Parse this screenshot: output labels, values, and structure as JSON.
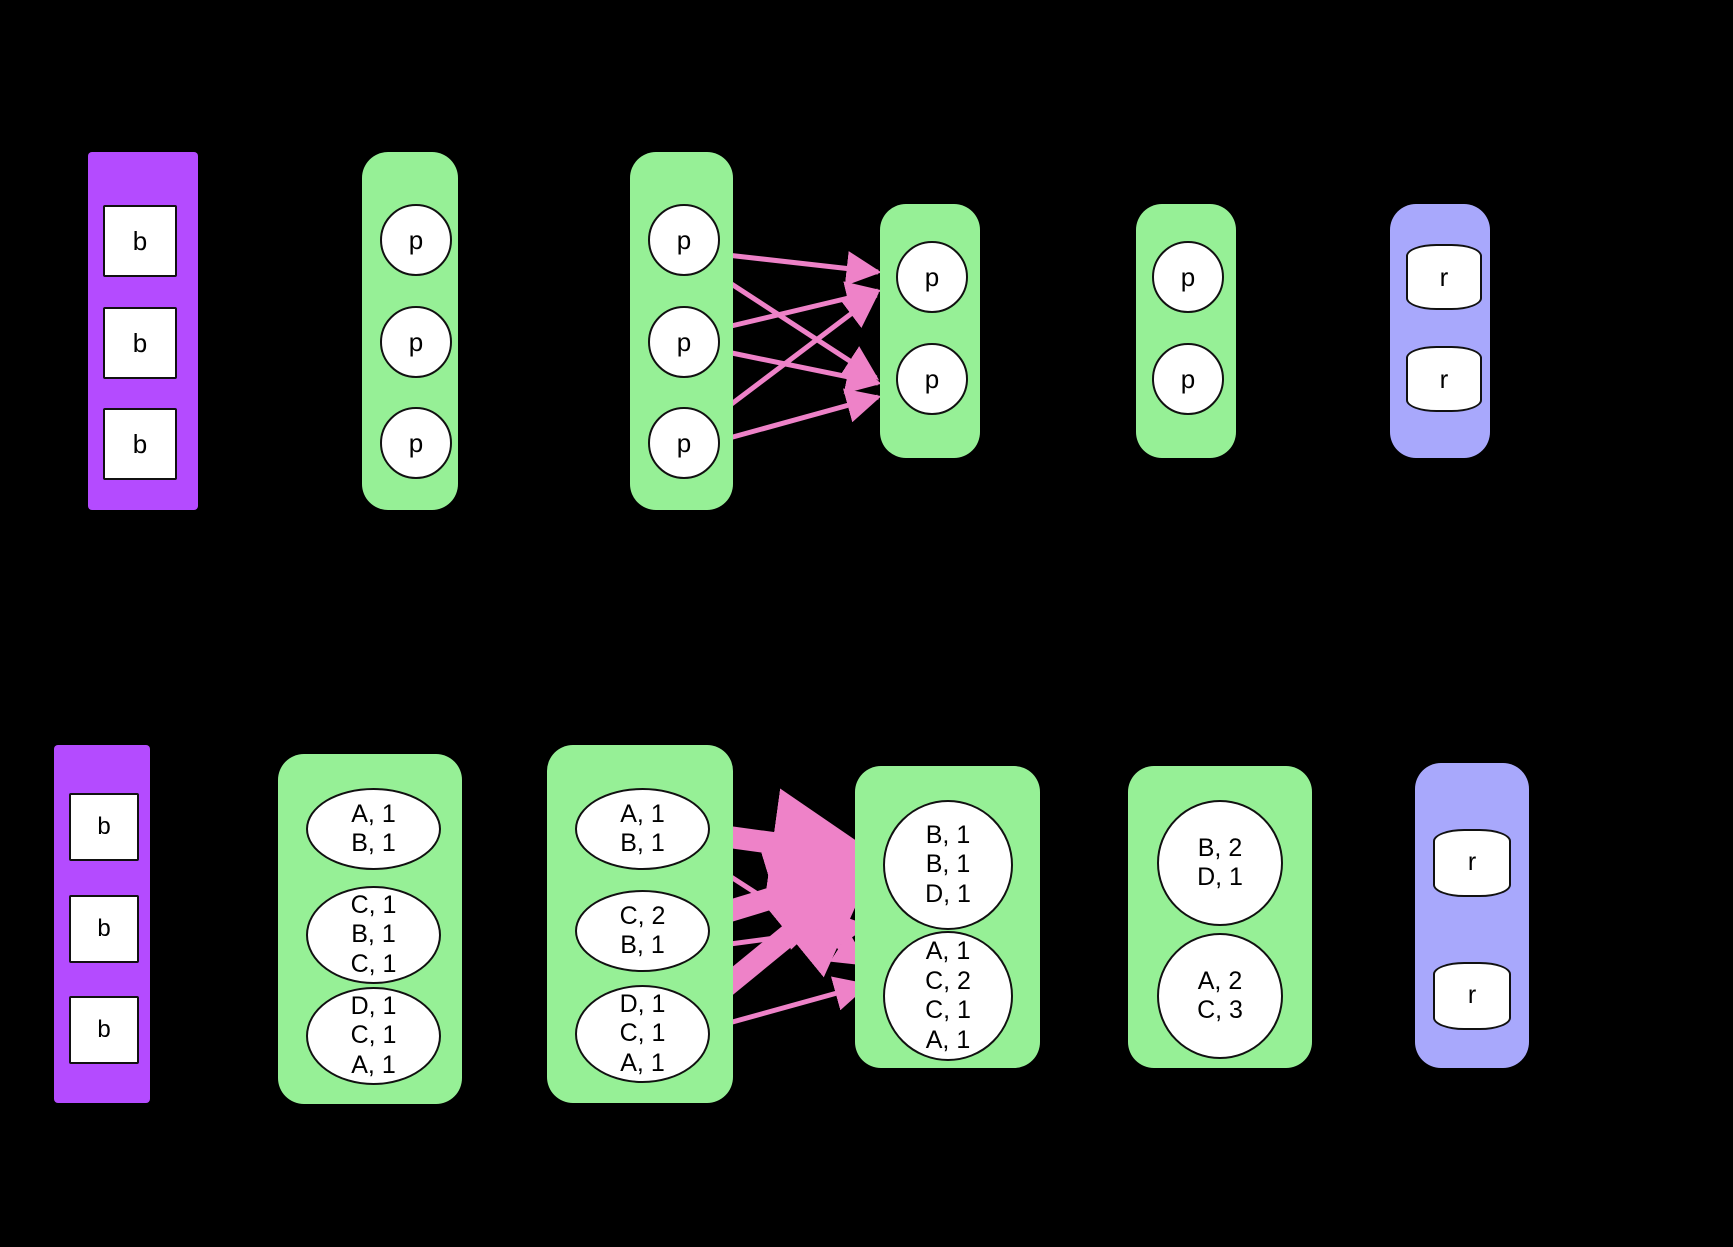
{
  "diagram": {
    "title": "dataflow-pipeline",
    "colors": {
      "background": "#000000",
      "group_purple": "#b44bff",
      "group_green": "#96f096",
      "group_blue": "#a8a8fc",
      "node_fill": "#ffffff",
      "node_stroke": "#111111",
      "shuffle_edge": "#ee82c8",
      "plain_edge": "#000000"
    },
    "rows": [
      {
        "name": "top-row-schematic",
        "groups": [
          {
            "id": "g1",
            "style": "purple",
            "shape": "rect",
            "nodes": [
              {
                "lines": [
                  "b"
                ]
              },
              {
                "lines": [
                  "b"
                ]
              },
              {
                "lines": [
                  "b"
                ]
              }
            ]
          },
          {
            "id": "g2",
            "style": "green",
            "shape": "circle",
            "nodes": [
              {
                "lines": [
                  "p"
                ]
              },
              {
                "lines": [
                  "p"
                ]
              },
              {
                "lines": [
                  "p"
                ]
              }
            ]
          },
          {
            "id": "g3",
            "style": "green",
            "shape": "circle",
            "nodes": [
              {
                "lines": [
                  "p"
                ]
              },
              {
                "lines": [
                  "p"
                ]
              },
              {
                "lines": [
                  "p"
                ]
              }
            ]
          },
          {
            "id": "g4",
            "style": "green",
            "shape": "circle",
            "nodes": [
              {
                "lines": [
                  "p"
                ]
              },
              {
                "lines": [
                  "p"
                ]
              }
            ]
          },
          {
            "id": "g5",
            "style": "green",
            "shape": "circle",
            "nodes": [
              {
                "lines": [
                  "p"
                ]
              },
              {
                "lines": [
                  "p"
                ]
              }
            ]
          },
          {
            "id": "g6",
            "style": "blue",
            "shape": "barrel",
            "nodes": [
              {
                "lines": [
                  "r"
                ]
              },
              {
                "lines": [
                  "r"
                ]
              }
            ]
          }
        ]
      },
      {
        "name": "bottom-row-example",
        "groups": [
          {
            "id": "h1",
            "style": "purple",
            "shape": "rect",
            "nodes": [
              {
                "lines": [
                  "b"
                ]
              },
              {
                "lines": [
                  "b"
                ]
              },
              {
                "lines": [
                  "b"
                ]
              }
            ]
          },
          {
            "id": "h2",
            "style": "green",
            "shape": "ellipse",
            "nodes": [
              {
                "lines": [
                  "A, 1",
                  "B, 1"
                ]
              },
              {
                "lines": [
                  "C, 1",
                  "B, 1",
                  "C, 1"
                ]
              },
              {
                "lines": [
                  "D, 1",
                  "C, 1",
                  "A, 1"
                ]
              }
            ]
          },
          {
            "id": "h3",
            "style": "green",
            "shape": "ellipse",
            "nodes": [
              {
                "lines": [
                  "A, 1",
                  "B, 1"
                ]
              },
              {
                "lines": [
                  "C, 2",
                  "B, 1"
                ]
              },
              {
                "lines": [
                  "D, 1",
                  "C, 1",
                  "A, 1"
                ]
              }
            ]
          },
          {
            "id": "h4",
            "style": "green",
            "shape": "circle",
            "nodes": [
              {
                "lines": [
                  "B, 1",
                  "B, 1",
                  "D, 1"
                ]
              },
              {
                "lines": [
                  "A, 1",
                  "C, 2",
                  "C, 1",
                  "A, 1"
                ]
              }
            ]
          },
          {
            "id": "h5",
            "style": "green",
            "shape": "circle",
            "nodes": [
              {
                "lines": [
                  "B, 2",
                  "D, 1"
                ]
              },
              {
                "lines": [
                  "A, 2",
                  "C, 3"
                ]
              }
            ]
          },
          {
            "id": "h6",
            "style": "blue",
            "shape": "barrel",
            "nodes": [
              {
                "lines": [
                  "r"
                ]
              },
              {
                "lines": [
                  "r"
                ]
              }
            ]
          }
        ]
      }
    ],
    "shuffle_edges_top": [
      {
        "from": "g3.0",
        "to": "g4.0",
        "weight": "thin"
      },
      {
        "from": "g3.0",
        "to": "g4.1",
        "weight": "thin"
      },
      {
        "from": "g3.1",
        "to": "g4.0",
        "weight": "thin"
      },
      {
        "from": "g3.1",
        "to": "g4.1",
        "weight": "thin"
      },
      {
        "from": "g3.2",
        "to": "g4.0",
        "weight": "thin"
      },
      {
        "from": "g3.2",
        "to": "g4.1",
        "weight": "thin"
      }
    ],
    "shuffle_edges_bottom": [
      {
        "from": "h3.0",
        "to": "h4.0",
        "weight": "thick"
      },
      {
        "from": "h3.0",
        "to": "h4.1",
        "weight": "thin"
      },
      {
        "from": "h3.1",
        "to": "h4.0",
        "weight": "thick"
      },
      {
        "from": "h3.1",
        "to": "h4.1",
        "weight": "thin"
      },
      {
        "from": "h3.2",
        "to": "h4.0",
        "weight": "thick"
      },
      {
        "from": "h3.2",
        "to": "h4.1",
        "weight": "thin"
      }
    ]
  }
}
